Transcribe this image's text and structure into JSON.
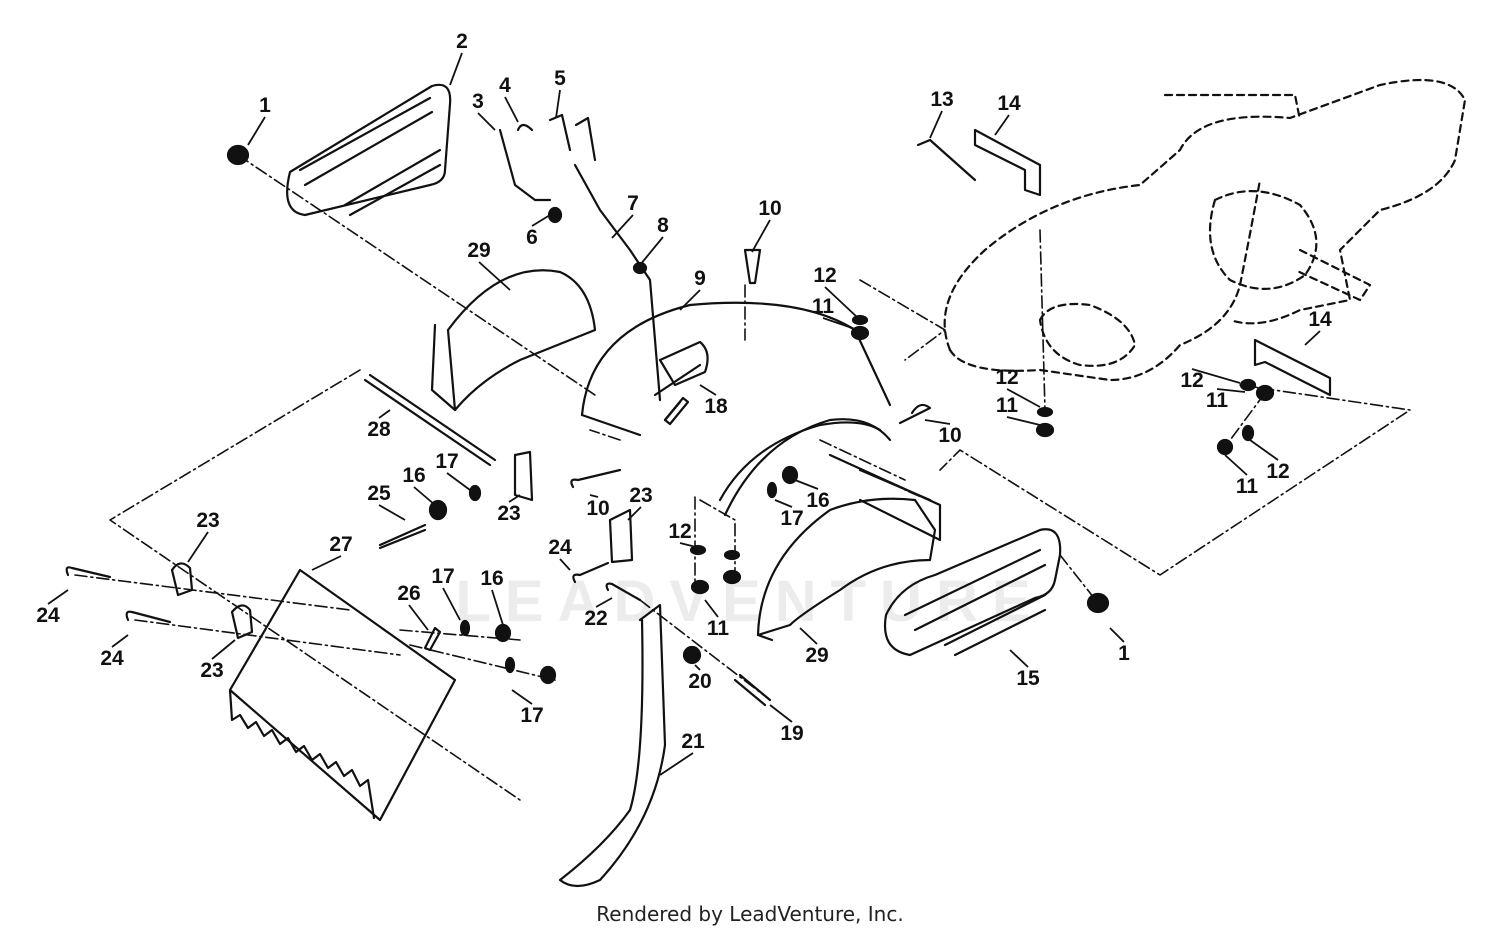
{
  "diagram": {
    "part_labels": [
      "1",
      "2",
      "3",
      "4",
      "5",
      "6",
      "7",
      "8",
      "9",
      "10",
      "10",
      "10",
      "11",
      "11",
      "11",
      "11",
      "11",
      "12",
      "12",
      "12",
      "12",
      "12",
      "13",
      "14",
      "14",
      "15",
      "16",
      "16",
      "16",
      "17",
      "17",
      "17",
      "17",
      "18",
      "19",
      "20",
      "21",
      "22",
      "23",
      "23",
      "23",
      "23",
      "24",
      "24",
      "24",
      "25",
      "26",
      "27",
      "28",
      "29",
      "29",
      "1"
    ]
  },
  "watermark": {
    "text": "LEADVENTURE"
  },
  "footer": {
    "text": "Rendered by LeadVenture, Inc."
  },
  "colors": {
    "line": "#111111",
    "background": "#ffffff"
  }
}
